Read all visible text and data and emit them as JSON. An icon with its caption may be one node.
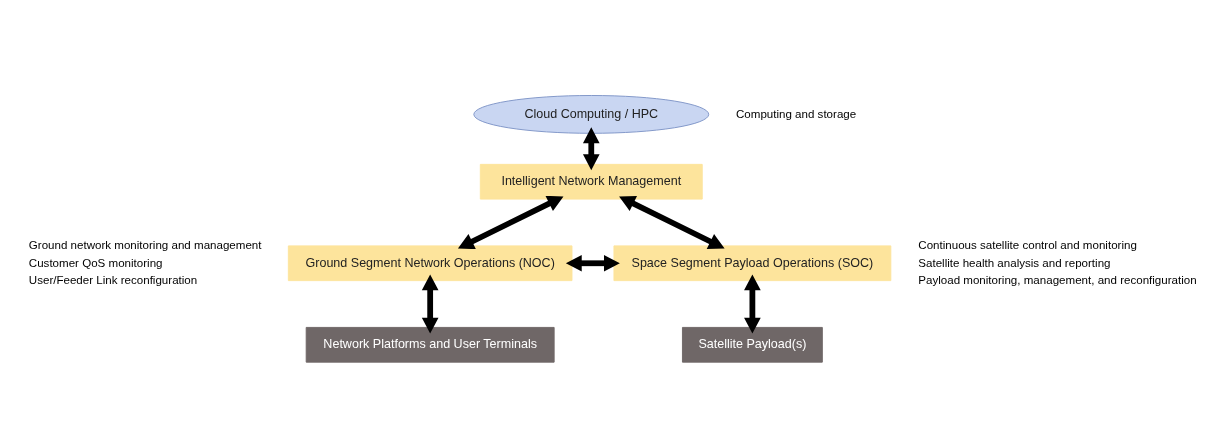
{
  "diagram": {
    "nodes": [
      {
        "text": [
          "Cloud Computing / HPC"
        ],
        "beside": [
          "Computing and storage"
        ]
      },
      {
        "text": [
          "Intelligent Network Management"
        ]
      },
      {
        "text": [
          "Ground Segment Network Operations (NOC)"
        ],
        "beside": [
          "Ground network monitoring and management",
          "Customer QoS monitoring",
          "User/Feeder Link reconfiguration"
        ]
      },
      {
        "text": [
          "Space Segment Payload Operations (SOC)"
        ],
        "beside": [
          "Continuous satellite control and monitoring",
          "Satellite health analysis and reporting",
          "Payload monitoring, management, and reconfiguration"
        ]
      },
      {
        "text": [
          "Network Platforms and User Terminals"
        ]
      },
      {
        "text": [
          "Satellite Payload(s)"
        ]
      }
    ],
    "edges": [
      {
        "from": 0,
        "to": 1,
        "arrow": "both"
      },
      {
        "from": 1,
        "to": 2,
        "arrow": "both"
      },
      {
        "from": 1,
        "to": 3,
        "arrow": "both"
      },
      {
        "from": 2,
        "to": 3,
        "arrow": "both"
      },
      {
        "from": 2,
        "to": 4,
        "arrow": "both"
      },
      {
        "from": 3,
        "to": 5,
        "arrow": "both"
      }
    ]
  }
}
